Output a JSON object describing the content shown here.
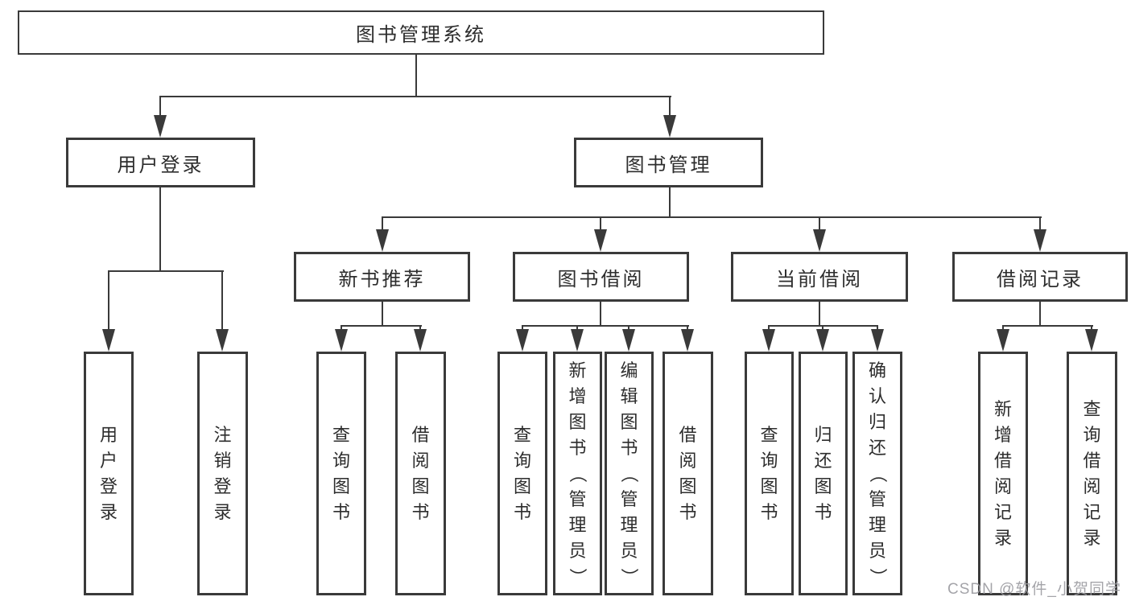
{
  "diagram": {
    "root": {
      "label": "图书管理系统"
    },
    "branches": [
      {
        "label": "用户登录",
        "children": [
          {
            "label": "用户登录"
          },
          {
            "label": "注销登录"
          }
        ]
      },
      {
        "label": "图书管理",
        "children": [
          {
            "label": "新书推荐",
            "children": [
              {
                "label": "查询图书"
              },
              {
                "label": "借阅图书"
              }
            ]
          },
          {
            "label": "图书借阅",
            "children": [
              {
                "label": "查询图书"
              },
              {
                "label": "新增图书（管理员）"
              },
              {
                "label": "编辑图书（管理员）"
              },
              {
                "label": "借阅图书"
              }
            ]
          },
          {
            "label": "当前借阅",
            "children": [
              {
                "label": "查询图书"
              },
              {
                "label": "归还图书"
              },
              {
                "label": "确认归还（管理员）"
              }
            ]
          },
          {
            "label": "借阅记录",
            "children": [
              {
                "label": "新增借阅记录"
              },
              {
                "label": "查询借阅记录"
              }
            ]
          }
        ]
      }
    ]
  },
  "watermark": {
    "text": "CSDN @软件_小贺同学"
  },
  "colors": {
    "line": "#3a3a3a",
    "box_border": "#3a3a3a",
    "box_bg": "#ffffff",
    "text": "#2d2d2d",
    "background": "#ffffff",
    "watermark": "#9b9ba0"
  }
}
